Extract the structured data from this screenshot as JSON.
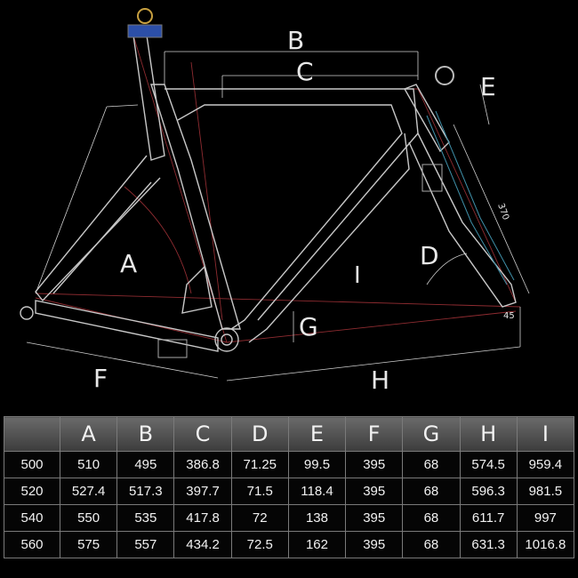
{
  "labels": {
    "A": "A",
    "B": "B",
    "C": "C",
    "D": "D",
    "E": "E",
    "F": "F",
    "G": "G",
    "H": "H",
    "I": "I",
    "stem_length": "370",
    "angle": "45"
  },
  "colors": {
    "frame_line": "#bdbdbd",
    "dim_line": "#b03a3a",
    "fork_line": "#3f8fa8",
    "background": "#000000",
    "header_bg": "#555555"
  },
  "table": {
    "headers": [
      "",
      "A",
      "B",
      "C",
      "D",
      "E",
      "F",
      "G",
      "H",
      "I"
    ],
    "rows": [
      [
        "500",
        "510",
        "495",
        "386.8",
        "71.25",
        "99.5",
        "395",
        "68",
        "574.5",
        "959.4"
      ],
      [
        "520",
        "527.4",
        "517.3",
        "397.7",
        "71.5",
        "118.4",
        "395",
        "68",
        "596.3",
        "981.5"
      ],
      [
        "540",
        "550",
        "535",
        "417.8",
        "72",
        "138",
        "395",
        "68",
        "611.7",
        "997"
      ],
      [
        "560",
        "575",
        "557",
        "434.2",
        "72.5",
        "162",
        "395",
        "68",
        "631.3",
        "1016.8"
      ]
    ]
  }
}
